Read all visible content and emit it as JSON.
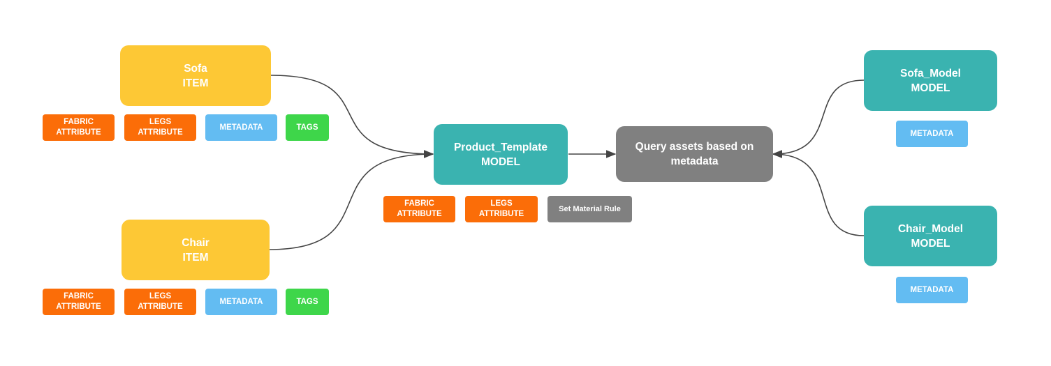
{
  "nodes": {
    "sofa": {
      "name": "Sofa",
      "type": "ITEM"
    },
    "chair": {
      "name": "Chair",
      "type": "ITEM"
    },
    "product_template": {
      "name": "Product_Template",
      "type": "MODEL"
    },
    "query": {
      "line1": "Query assets based on",
      "line2": "metadata"
    },
    "sofa_model": {
      "name": "Sofa_Model",
      "type": "MODEL"
    },
    "chair_model": {
      "name": "Chair_Model",
      "type": "MODEL"
    }
  },
  "tags": {
    "fabric_line1": "FABRIC",
    "legs_line1": "LEGS",
    "attribute": "ATTRIBUTE",
    "metadata": "METADATA",
    "tags": "TAGS",
    "set_material_rule": "Set Material Rule"
  },
  "colors": {
    "item": "#fdc835",
    "model": "#3ab3b0",
    "query": "#808080",
    "attribute": "#fb6d08",
    "metadata": "#63bcf2",
    "tags": "#3ed64a",
    "connector": "#444444"
  }
}
